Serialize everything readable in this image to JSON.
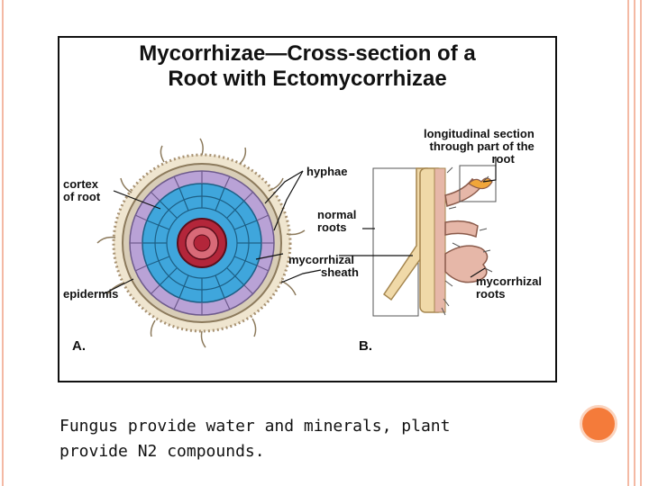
{
  "slide": {
    "title_line1": "Mycorrhizae—Cross-section of a",
    "title_line2": "Root with Ectomycorrhizae",
    "caption_line1": "Fungus provide water and minerals, plant",
    "caption_line2": "provide N2 compounds."
  },
  "labels": {
    "cortex_line1": "cortex",
    "cortex_line2": "of root",
    "epidermis": "epidermis",
    "hyphae": "hyphae",
    "normal_roots_line1": "normal",
    "normal_roots_line2": "roots",
    "sheath_line1": "mycorrhizal",
    "sheath_line2": "sheath",
    "longitudinal_line1": "longitudinal section",
    "longitudinal_line2": "through part of the",
    "longitudinal_line3": "root",
    "mycorrhizal_roots_line1": "mycorrhizal",
    "mycorrhizal_roots_line2": "roots",
    "panel_a": "A.",
    "panel_b": "B."
  },
  "colors": {
    "accent_rail": "#f4b9a4",
    "bullet": "#f47b3a",
    "cortex_cells": "#3fa6dc",
    "outer_cells": "#b9a2d6",
    "stele": "#b3263a",
    "root_tan": "#f0d9a8"
  }
}
